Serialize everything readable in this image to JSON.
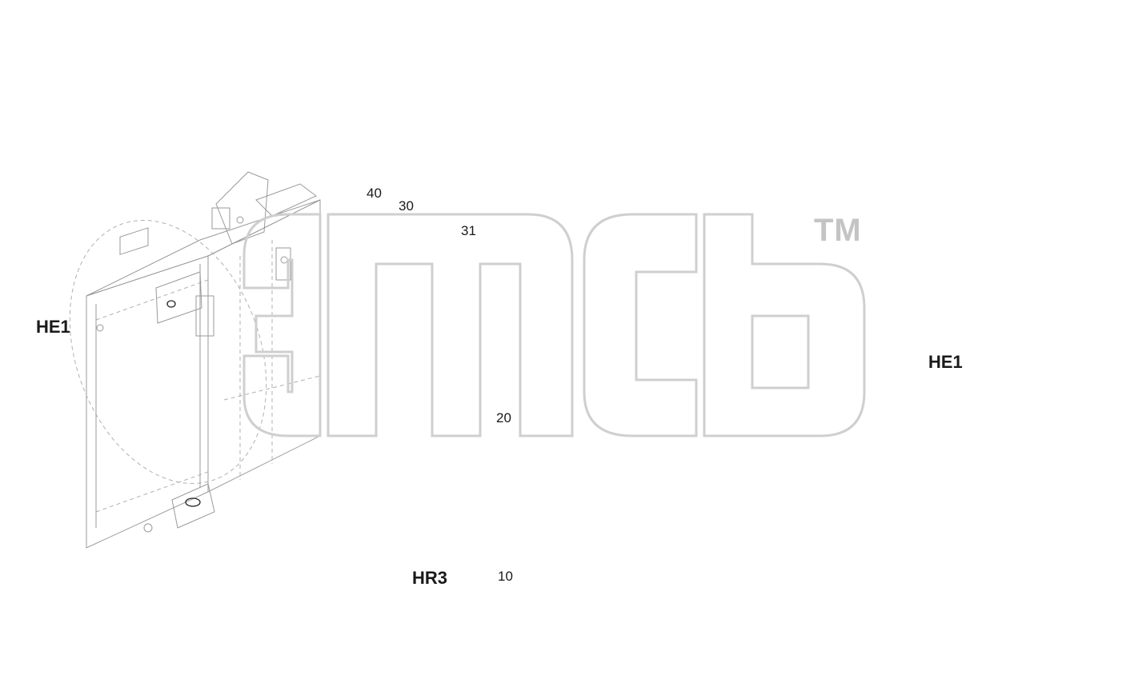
{
  "watermark": {
    "trademark": "TM"
  },
  "callouts": {
    "item_40": "40",
    "item_30": "30",
    "item_31": "31",
    "item_20": "20",
    "item_10": "10"
  },
  "references": {
    "he1_left": "HE1",
    "hr3": "HR3",
    "he1_detail": "HE1"
  },
  "colors": {
    "line": "#222222",
    "watermark": "#cfcfcf",
    "background": "#ffffff"
  }
}
